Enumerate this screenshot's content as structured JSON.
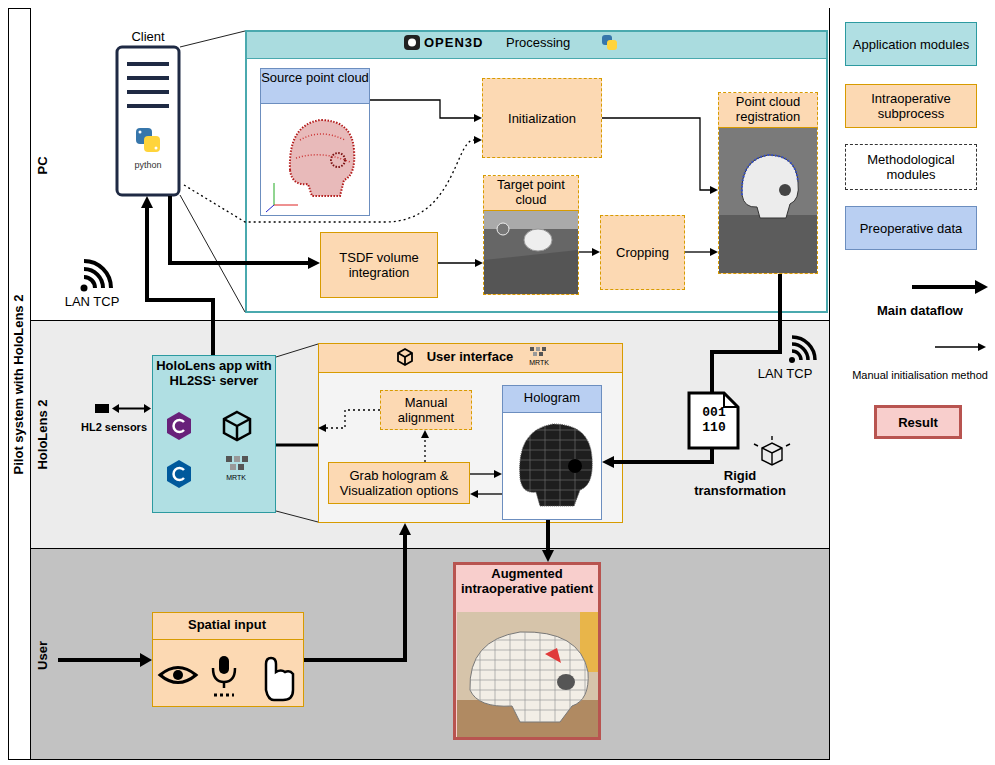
{
  "diagram": {
    "nodes": [
      {
        "text": [
          "Pilot system with HoloLens 2"
        ]
      },
      {
        "text": [
          "PC"
        ],
        "in": 0
      },
      {
        "text": [
          "HoloLens 2"
        ],
        "in": 0
      },
      {
        "text": [
          "User"
        ],
        "in": 0
      },
      {
        "text": [
          "Client"
        ],
        "in": 1
      },
      {
        "text": [
          "OPEN3D",
          "Processing"
        ],
        "in": 1
      },
      {
        "text": [
          "Source point cloud"
        ],
        "in": 5
      },
      {
        "text": [
          "Initialization"
        ],
        "in": 5
      },
      {
        "text": [
          "Target point cloud"
        ],
        "in": 5
      },
      {
        "text": [
          "TSDF volume integration"
        ],
        "in": 5
      },
      {
        "text": [
          "Cropping"
        ],
        "in": 5
      },
      {
        "text": [
          "Point cloud registration"
        ],
        "in": 5
      },
      {
        "text": [
          "HoloLens app with HL2SS¹ server"
        ],
        "in": 2
      },
      {
        "text": [
          "User interface"
        ],
        "in": 2
      },
      {
        "text": [
          "Manual alignment"
        ],
        "in": 13
      },
      {
        "text": [
          "Grab hologram & Visualization options"
        ],
        "in": 13
      },
      {
        "text": [
          "Hologram"
        ],
        "in": 13
      },
      {
        "text": [
          "Augmented intraoperative patient"
        ],
        "in": 3
      },
      {
        "text": [
          "Spatial input"
        ],
        "in": 3
      }
    ],
    "edges": [
      {
        "from": 12,
        "to": 4,
        "arrow": "to"
      },
      {
        "from": 4,
        "to": 9,
        "arrow": "to"
      },
      {
        "from": 6,
        "to": 7,
        "arrow": "to"
      },
      {
        "from": 4,
        "to": 7,
        "arrow": "to"
      },
      {
        "from": 7,
        "to": 11,
        "arrow": "to"
      },
      {
        "from": 9,
        "to": 8,
        "arrow": "to"
      },
      {
        "from": 8,
        "to": 10,
        "arrow": "to"
      },
      {
        "from": 10,
        "to": 11,
        "arrow": "to"
      },
      {
        "from": 11,
        "to": 16,
        "arrow": "to"
      },
      {
        "from": 15,
        "to": 16,
        "arrow": "to"
      },
      {
        "from": 16,
        "to": 15,
        "arrow": "to"
      },
      {
        "from": 15,
        "to": 14,
        "arrow": "to"
      },
      {
        "from": 14,
        "to": 13,
        "arrow": "to"
      },
      {
        "from": 12,
        "to": 13,
        "arrow": "none"
      },
      {
        "from": 16,
        "to": 17,
        "arrow": "to"
      },
      {
        "from": 18,
        "to": 13,
        "arrow": "to"
      }
    ],
    "labels": [
      "LAN TCP",
      "python",
      "HL2 sensors",
      "MRTK",
      "MRTK",
      "LAN TCP",
      "001 110",
      "Rigid transformation"
    ],
    "legend": [
      {
        "text": "Application modules",
        "color": "#b0dfe3"
      },
      {
        "text": "Intraoperative subprocess",
        "color": "#fcd9b3"
      },
      {
        "text": "Methodological modules"
      },
      {
        "text": "Preoperative data",
        "color": "#b9cff2"
      },
      {
        "text": "Main dataflow"
      },
      {
        "text": "Manual initialisation method"
      },
      {
        "text": "Result",
        "color": "#f8cecc"
      }
    ]
  }
}
